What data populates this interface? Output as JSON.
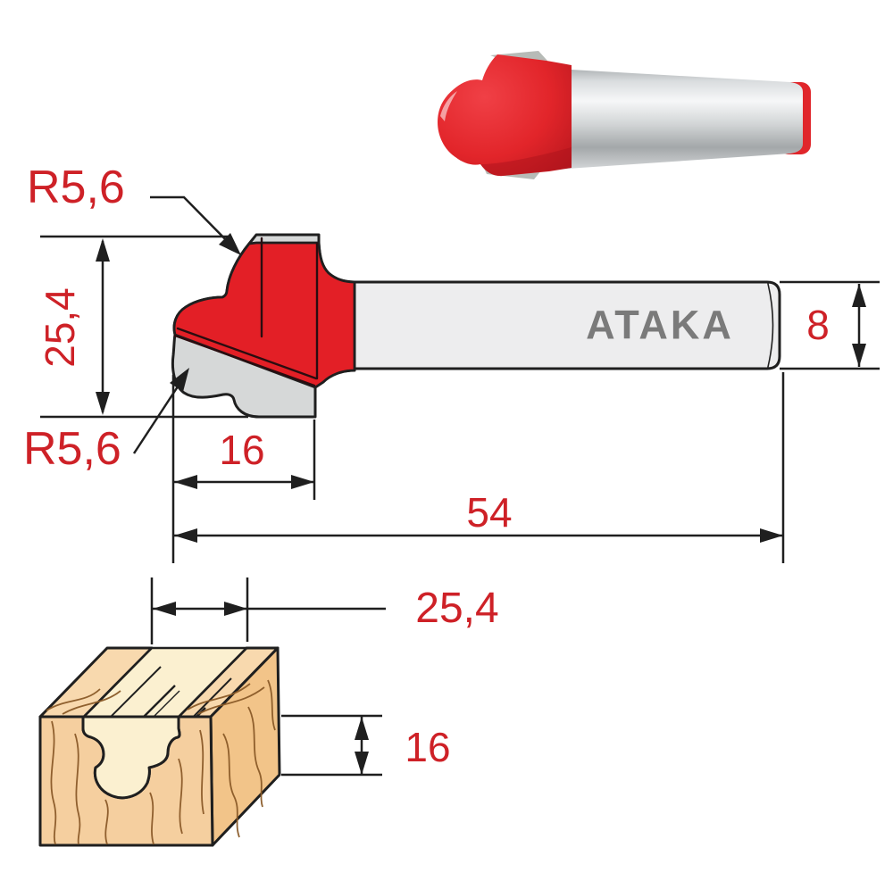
{
  "product": {
    "brand": "ATAKA",
    "type_note": "ogee plunge router bit diagram with photo, profile drawing and wood groove sample"
  },
  "drawing": {
    "radius_top_label": "R5,6",
    "radius_bottom_label": "R5,6",
    "cut_height_label": "25,4",
    "cut_length_label": "16",
    "total_length_label": "54",
    "shank_diameter_label": "8"
  },
  "wood_block": {
    "groove_width_label": "25,4",
    "groove_depth_label": "16"
  },
  "colors": {
    "bit_red": "#e31f26",
    "photo_red": "#e2252a",
    "dim_text_red": "#ce2127",
    "steel_gray": "#d6d8d8",
    "shank_fill": "#ededee",
    "outline": "#1f1f1f",
    "brand_gray": "#7a7a7a",
    "wood_front": "#f5cf9f",
    "wood_top": "#f8d9ae",
    "wood_side": "#f2c489",
    "groove_cream": "#fbf0d0",
    "grain_brown": "#8a5a28"
  }
}
